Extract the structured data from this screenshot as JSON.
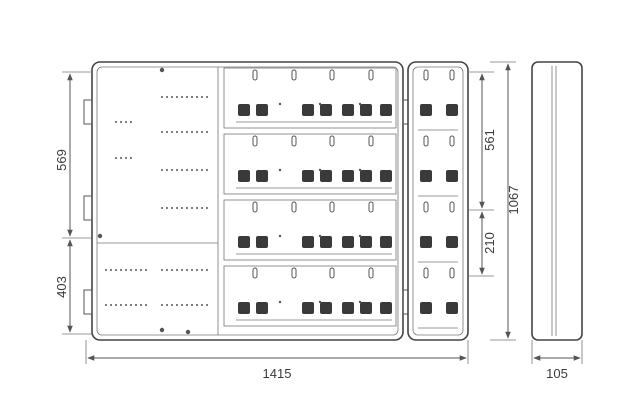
{
  "dimensions": {
    "total_width": "1415",
    "side_depth": "105",
    "left_upper_height": "569",
    "left_lower_height": "403",
    "right_upper_height": "561",
    "right_lower_height": "210",
    "total_height": "1067"
  },
  "colors": {
    "line": "#555555",
    "meter_block": "#3a3a3a",
    "background": "#ffffff"
  },
  "icons": [
    "arrowhead-icon",
    "hinge-icon",
    "meter-block-icon",
    "screw-icon"
  ]
}
